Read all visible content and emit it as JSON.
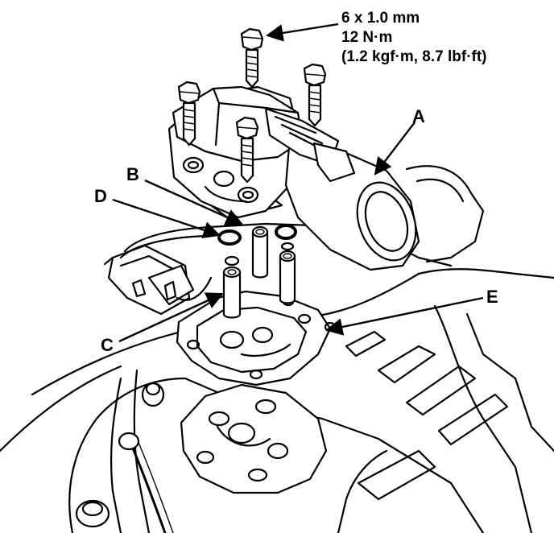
{
  "bolt_spec": {
    "size": "6 x 1.0 mm",
    "torque": "12 N·m",
    "torque_alt": "(1.2 kgf·m, 8.7 lbf·ft)"
  },
  "callouts": {
    "a": "A",
    "b": "B",
    "c": "C",
    "d": "D",
    "e": "E"
  }
}
